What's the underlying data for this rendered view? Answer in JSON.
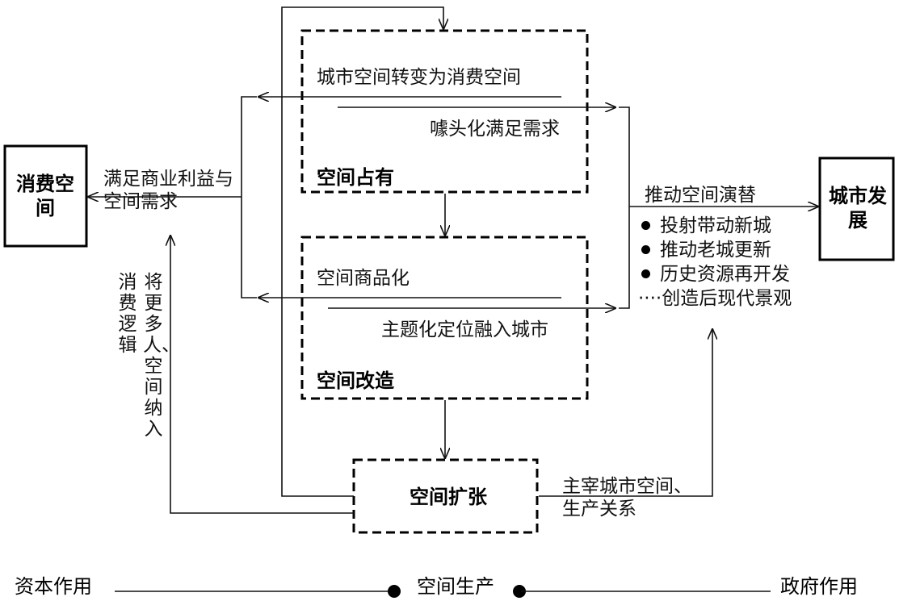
{
  "boxes": {
    "consumption_space": "消费空间",
    "urban_development": "城市发展",
    "space_occupation": "空间占有",
    "space_renovation": "空间改造",
    "space_expansion": "空间扩张"
  },
  "labels": {
    "urban_to_consumption": "城市空间转变为消费空间",
    "gimmick": "噱头化满足需求",
    "space_commodification": "空间商品化",
    "theme_positioning": "主题化定位融入城市",
    "satisfy_interest": "满足商业利益与空间需求",
    "promote_succession": "推动空间演替",
    "dominate_relations": "主宰城市空间、生产关系",
    "consumption_logic": "消费逻辑",
    "include_more": "将更多人、空间纳入"
  },
  "effects": [
    {
      "text": "投射带动新城",
      "bullet": true
    },
    {
      "text": "推动老城更新",
      "bullet": true
    },
    {
      "text": "历史资源再开发",
      "bullet": true
    },
    {
      "text": "····创造后现代景观",
      "bullet": false
    }
  ],
  "axis": {
    "left": "资本作用",
    "center": "空间生产",
    "right": "政府作用"
  }
}
